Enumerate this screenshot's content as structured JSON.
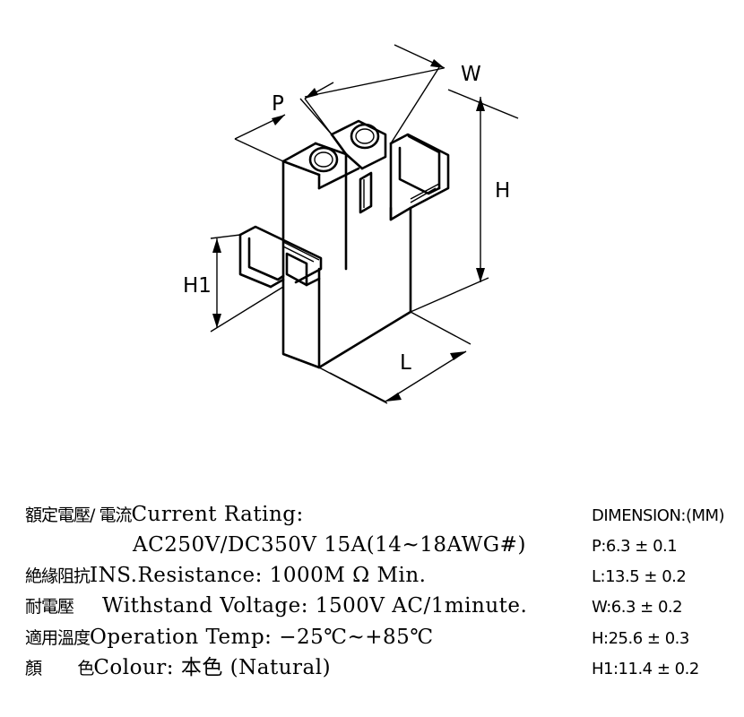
{
  "diagram": {
    "labels": {
      "w": "W",
      "p": "P",
      "h": "H",
      "h1": "H1",
      "l": "L"
    }
  },
  "specs": [
    {
      "cn": "額定電壓/ 電流",
      "en": "Current  Rating:"
    },
    {
      "cn": "",
      "en": "AC250V/DC350V  15A(14~18AWG#)"
    },
    {
      "cn": "絶緣阻抗",
      "en": "INS.Resistance: 1000M Ω Min."
    },
    {
      "cn": "耐電壓",
      "en": "Withstand  Voltage: 1500V  AC/1minute."
    },
    {
      "cn": "適用溫度",
      "en": "Operation  Temp: −25℃~+85℃"
    },
    {
      "cn": "顏        色",
      "en": "Colour: 本色 (Natural)"
    }
  ],
  "dimensions": {
    "header": "DIMENSION:(MM)",
    "items": [
      "P:6.3 ± 0.1",
      "L:13.5 ± 0.2",
      "W:6.3 ± 0.2",
      "H:25.6 ± 0.3",
      "H1:11.4 ± 0.2"
    ]
  }
}
